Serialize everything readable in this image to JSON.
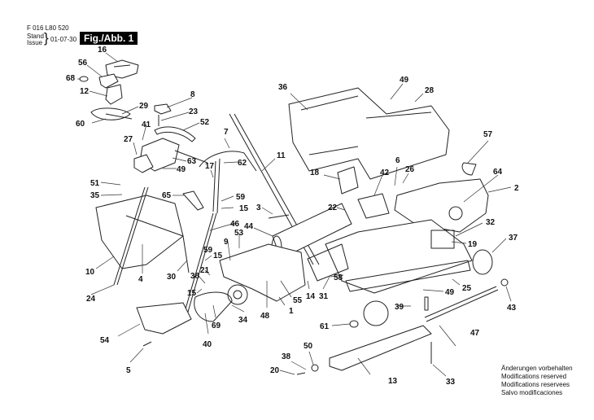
{
  "header": {
    "document_code": "F 016 L80 520",
    "stand_label": "Stand",
    "issue_label": "Issue",
    "date": "01-07-30",
    "figure_label": "Fig./Abb. 1"
  },
  "notice": {
    "lines": [
      "Änderungen vorbehalten",
      "Modifications reserved",
      "Modifications reservees",
      "Salvo modificaciones"
    ]
  },
  "callouts": [
    {
      "id": "c16",
      "text": "16"
    },
    {
      "id": "c56",
      "text": "56"
    },
    {
      "id": "c68",
      "text": "68"
    },
    {
      "id": "c12",
      "text": "12"
    },
    {
      "id": "c29",
      "text": "29"
    },
    {
      "id": "c60",
      "text": "60"
    },
    {
      "id": "c8",
      "text": "8"
    },
    {
      "id": "c23",
      "text": "23"
    },
    {
      "id": "c52",
      "text": "52"
    },
    {
      "id": "c41",
      "text": "41"
    },
    {
      "id": "c27",
      "text": "27"
    },
    {
      "id": "c63",
      "text": "63"
    },
    {
      "id": "c49a",
      "text": "49"
    },
    {
      "id": "c7",
      "text": "7"
    },
    {
      "id": "c62",
      "text": "62"
    },
    {
      "id": "c17",
      "text": "17"
    },
    {
      "id": "c11",
      "text": "11"
    },
    {
      "id": "c36",
      "text": "36"
    },
    {
      "id": "c49b",
      "text": "49"
    },
    {
      "id": "c28",
      "text": "28"
    },
    {
      "id": "c57",
      "text": "57"
    },
    {
      "id": "c6",
      "text": "6"
    },
    {
      "id": "c26",
      "text": "26"
    },
    {
      "id": "c64",
      "text": "64"
    },
    {
      "id": "c2",
      "text": "2"
    },
    {
      "id": "c18",
      "text": "18"
    },
    {
      "id": "c42",
      "text": "42"
    },
    {
      "id": "c51",
      "text": "51"
    },
    {
      "id": "c35",
      "text": "35"
    },
    {
      "id": "c65",
      "text": "65"
    },
    {
      "id": "c59a",
      "text": "59"
    },
    {
      "id": "c15a",
      "text": "15"
    },
    {
      "id": "c3",
      "text": "3"
    },
    {
      "id": "c22",
      "text": "22"
    },
    {
      "id": "c46",
      "text": "46"
    },
    {
      "id": "c44",
      "text": "44"
    },
    {
      "id": "c53",
      "text": "53"
    },
    {
      "id": "c32",
      "text": "32"
    },
    {
      "id": "c19",
      "text": "19"
    },
    {
      "id": "c37",
      "text": "37"
    },
    {
      "id": "c10",
      "text": "10"
    },
    {
      "id": "c4",
      "text": "4"
    },
    {
      "id": "c24",
      "text": "24"
    },
    {
      "id": "c30",
      "text": "30"
    },
    {
      "id": "c9",
      "text": "9"
    },
    {
      "id": "c59b",
      "text": "59"
    },
    {
      "id": "c15b",
      "text": "15"
    },
    {
      "id": "c21",
      "text": "21"
    },
    {
      "id": "c38a",
      "text": "38"
    },
    {
      "id": "c15c",
      "text": "15"
    },
    {
      "id": "c58",
      "text": "58"
    },
    {
      "id": "c14",
      "text": "14"
    },
    {
      "id": "c31",
      "text": "31"
    },
    {
      "id": "c55",
      "text": "55"
    },
    {
      "id": "c1",
      "text": "1"
    },
    {
      "id": "c48",
      "text": "48"
    },
    {
      "id": "c25",
      "text": "25"
    },
    {
      "id": "c49c",
      "text": "49"
    },
    {
      "id": "c39",
      "text": "39"
    },
    {
      "id": "c43",
      "text": "43"
    },
    {
      "id": "c34",
      "text": "34"
    },
    {
      "id": "c69",
      "text": "69"
    },
    {
      "id": "c40",
      "text": "40"
    },
    {
      "id": "c54",
      "text": "54"
    },
    {
      "id": "c5",
      "text": "5"
    },
    {
      "id": "c61",
      "text": "61"
    },
    {
      "id": "c47",
      "text": "47"
    },
    {
      "id": "c50",
      "text": "50"
    },
    {
      "id": "c38b",
      "text": "38"
    },
    {
      "id": "c20",
      "text": "20"
    },
    {
      "id": "c13",
      "text": "13"
    },
    {
      "id": "c33",
      "text": "33"
    }
  ]
}
